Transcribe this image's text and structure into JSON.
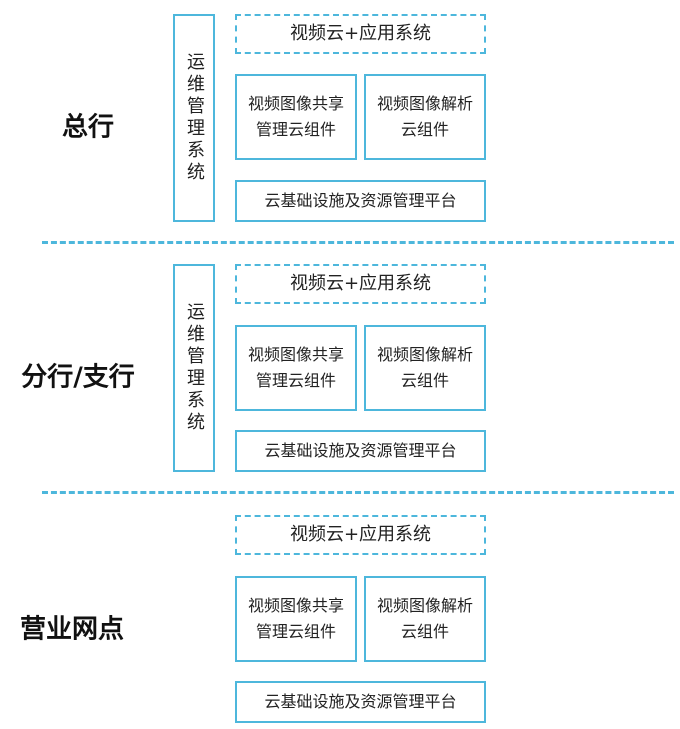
{
  "tiers": [
    {
      "label": "总行",
      "ops": "运维管理系统",
      "app": "视频云+应用系统",
      "share": "视频图像共享\n管理云组件",
      "parse": "视频图像解析\n云组件",
      "base": "云基础设施及资源管理平台"
    },
    {
      "label": "分行/支行",
      "ops": "运维管理系统",
      "app": "视频云+应用系统",
      "share": "视频图像共享\n管理云组件",
      "parse": "视频图像解析\n云组件",
      "base": "云基础设施及资源管理平台"
    },
    {
      "label": "营业网点",
      "app": "视频云+应用系统",
      "share": "视频图像共享\n管理云组件",
      "parse": "视频图像解析\n云组件",
      "base": "云基础设施及资源管理平台"
    }
  ],
  "colors": {
    "border": "#4db7dc",
    "text": "#222222",
    "label": "#111111"
  }
}
